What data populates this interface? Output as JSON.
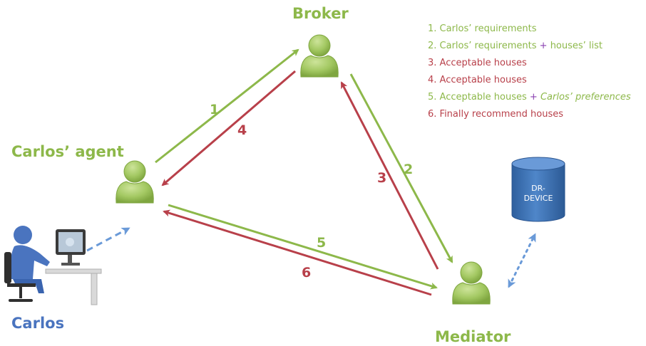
{
  "nodes": {
    "broker": "Broker",
    "carlos_agent": "Carlos’ agent",
    "mediator": "Mediator",
    "carlos": "Carlos",
    "dr_device_line1": "DR-",
    "dr_device_line2": "DEVICE"
  },
  "arrows": {
    "a1": "1",
    "a2": "2",
    "a3": "3",
    "a4": "4",
    "a5": "5",
    "a6": "6"
  },
  "legend": {
    "item1": "1. Carlos’ requirements",
    "item2_a": "2. Carlos’ requirements ",
    "item2_plus": "+",
    "item2_b": " houses’ list",
    "item3": "3. Acceptable houses",
    "item4": "4. Acceptable houses",
    "item5_a": "5. Acceptable houses ",
    "item5_plus": "+",
    "item5_b": " Carlos’ preferences",
    "item6": "6. Finally recommend houses"
  },
  "colors": {
    "green": "#8db84a",
    "red": "#b8404a",
    "blue": "#4a74bf",
    "purple": "#8a3fb0"
  }
}
